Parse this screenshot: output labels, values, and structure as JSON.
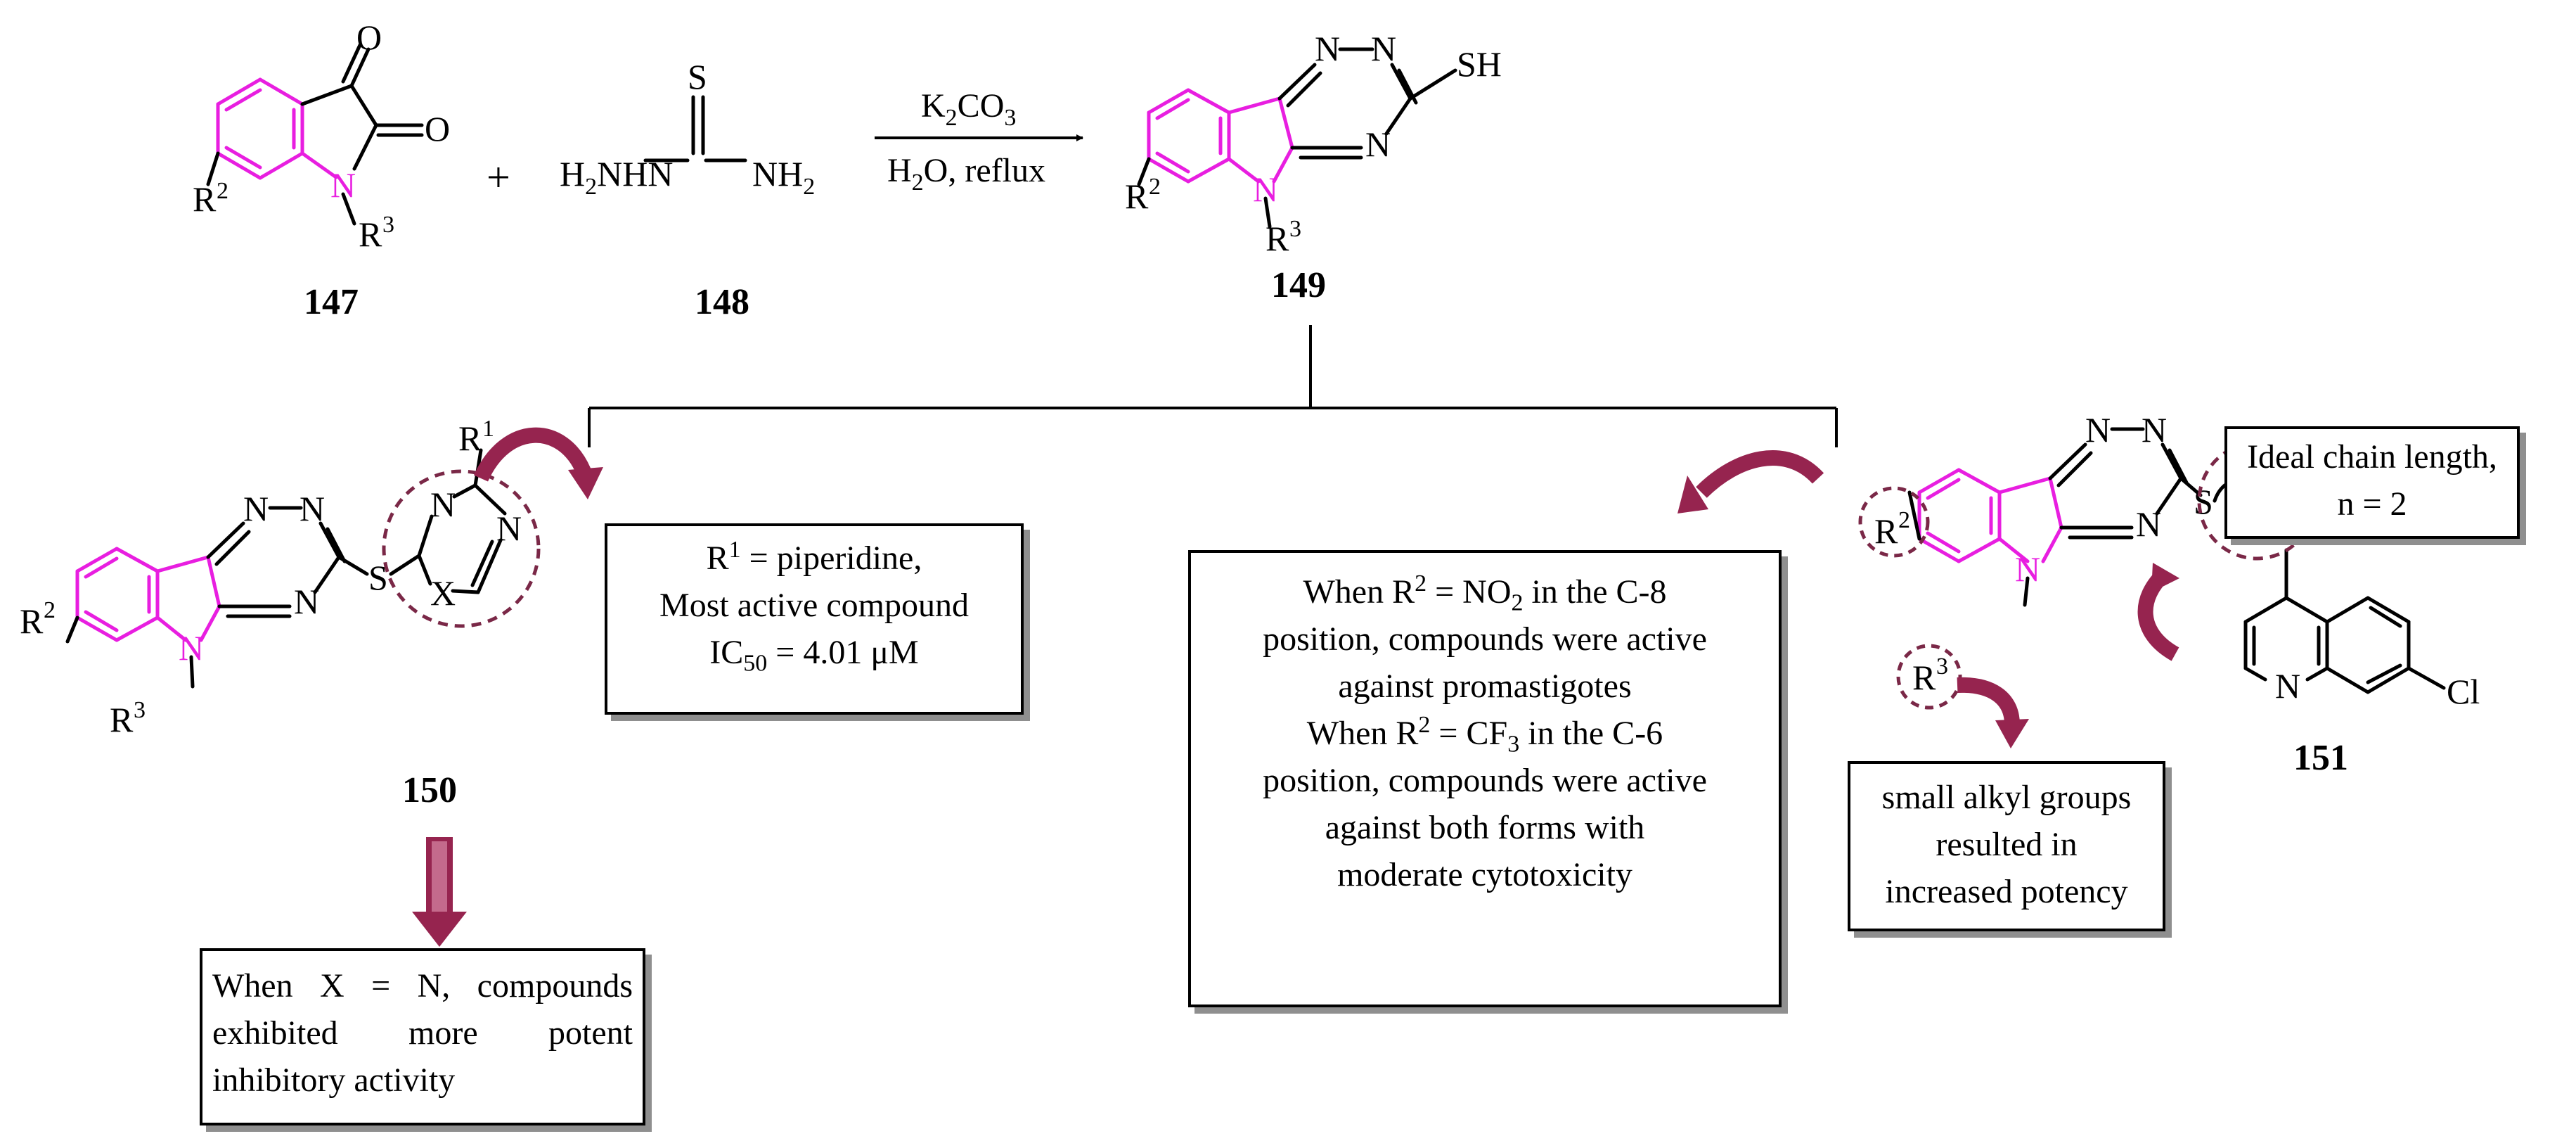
{
  "scheme": {
    "compounds": {
      "c147": "147",
      "c148": "148",
      "c149": "149",
      "c150": "150",
      "c151": "151"
    },
    "reagents": {
      "line1_main": "K",
      "line1_sub1": "2",
      "line1_mid": "CO",
      "line1_sub2": "3",
      "line2_a": "H",
      "line2_sub": "2",
      "line2_b": "O, reflux"
    },
    "plus_sign": "+",
    "atoms": {
      "O": "O",
      "N": "N",
      "S": "S",
      "SH": "SH",
      "NH": "NH",
      "Cl": "Cl",
      "X": "X",
      "R": "R",
      "sup1": "1",
      "sup2": "2",
      "sup3": "3",
      "n": "n",
      "H2NHN_a": "H",
      "H2NHN_sub": "2",
      "H2NHN_b": "NHN",
      "NH2_a": "NH",
      "NH2_sub": "2"
    },
    "colors": {
      "ring_highlight": "#E81EE0",
      "annotation_arrow": "#96244F",
      "dashed_circle": "#7A2847",
      "text": "#000000"
    }
  },
  "notes": {
    "piperidine": {
      "l1_a": "R",
      "l1_sup": "1",
      "l1_b": " = piperidine,",
      "l2": "Most active compound",
      "l3_a": "IC",
      "l3_sub": "50",
      "l3_b": " = 4.01 μM"
    },
    "x_equals_n": {
      "l1": "When X = N, compounds",
      "l2": "exhibited more potent",
      "l3": "inhibitory activity"
    },
    "r2_positions": {
      "l1_a": "When R",
      "l1_sup": "2",
      "l1_b": " = NO",
      "l1_sub": "2",
      "l1_c": " in the C-8",
      "l2": "position, compounds were active",
      "l3": "against promastigotes",
      "l4_a": "When R",
      "l4_sup": "2",
      "l4_b": " = CF",
      "l4_sub": "3",
      "l4_c": " in the C-6",
      "l5": "position, compounds were active",
      "l6": "against both forms with",
      "l7": "moderate cytotoxicity"
    },
    "alkyl": {
      "l1": "small alkyl groups",
      "l2": "resulted in",
      "l3": "increased potency"
    },
    "chain": {
      "l1": "Ideal chain length,",
      "l2": "n = 2"
    }
  }
}
